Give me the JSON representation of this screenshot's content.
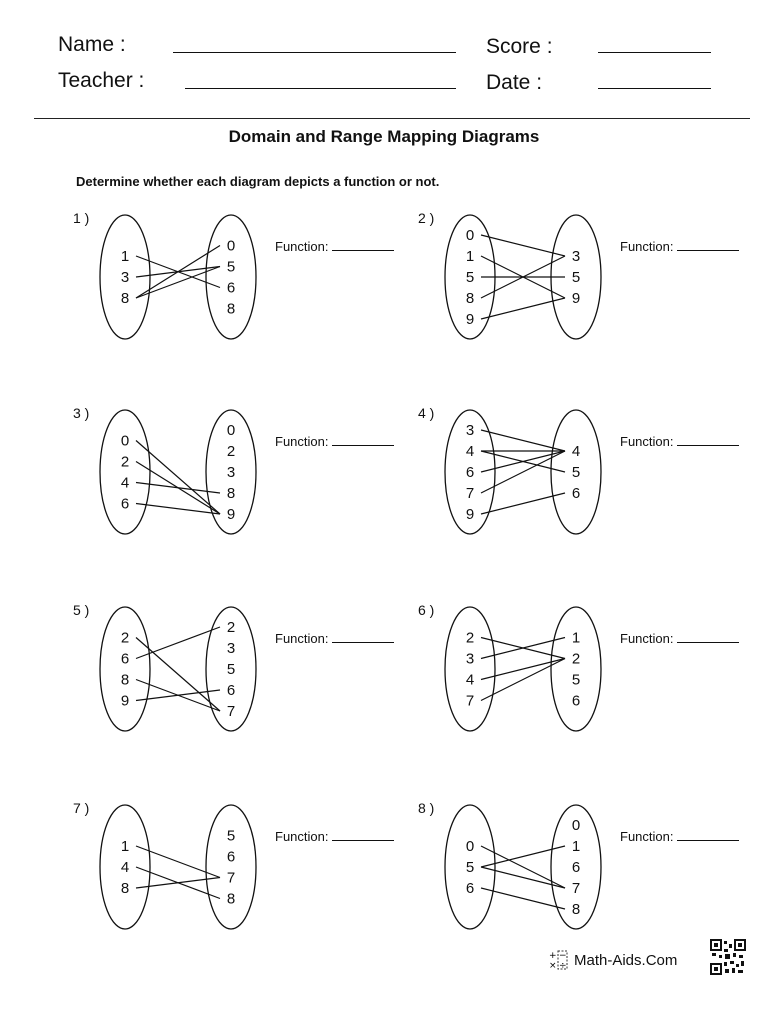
{
  "header": {
    "name_label": "Name :",
    "teacher_label": "Teacher :",
    "score_label": "Score :",
    "date_label": "Date :"
  },
  "title": "Domain and Range Mapping Diagrams",
  "instructions": "Determine whether each diagram depicts a function or not.",
  "function_label": "Function:",
  "problems": [
    {
      "number": "1 )",
      "domain": [
        "1",
        "3",
        "8"
      ],
      "range": [
        "0",
        "5",
        "6",
        "8"
      ],
      "mappings": [
        [
          "1",
          "6"
        ],
        [
          "3",
          "5"
        ],
        [
          "8",
          "0"
        ],
        [
          "8",
          "5"
        ]
      ]
    },
    {
      "number": "2 )",
      "domain": [
        "0",
        "1",
        "5",
        "8",
        "9"
      ],
      "range": [
        "3",
        "5",
        "9"
      ],
      "mappings": [
        [
          "0",
          "3"
        ],
        [
          "1",
          "9"
        ],
        [
          "5",
          "5"
        ],
        [
          "8",
          "3"
        ],
        [
          "9",
          "9"
        ]
      ]
    },
    {
      "number": "3 )",
      "domain": [
        "0",
        "2",
        "4",
        "6"
      ],
      "range": [
        "0",
        "2",
        "3",
        "8",
        "9"
      ],
      "mappings": [
        [
          "0",
          "9"
        ],
        [
          "2",
          "9"
        ],
        [
          "4",
          "8"
        ],
        [
          "6",
          "9"
        ]
      ]
    },
    {
      "number": "4 )",
      "domain": [
        "3",
        "4",
        "6",
        "7",
        "9"
      ],
      "range": [
        "4",
        "5",
        "6"
      ],
      "mappings": [
        [
          "3",
          "4"
        ],
        [
          "4",
          "4"
        ],
        [
          "4",
          "5"
        ],
        [
          "6",
          "4"
        ],
        [
          "7",
          "4"
        ],
        [
          "9",
          "6"
        ]
      ]
    },
    {
      "number": "5 )",
      "domain": [
        "2",
        "6",
        "8",
        "9"
      ],
      "range": [
        "2",
        "3",
        "5",
        "6",
        "7"
      ],
      "mappings": [
        [
          "2",
          "7"
        ],
        [
          "6",
          "2"
        ],
        [
          "8",
          "7"
        ],
        [
          "9",
          "6"
        ]
      ]
    },
    {
      "number": "6 )",
      "domain": [
        "2",
        "3",
        "4",
        "7"
      ],
      "range": [
        "1",
        "2",
        "5",
        "6"
      ],
      "mappings": [
        [
          "2",
          "2"
        ],
        [
          "3",
          "1"
        ],
        [
          "4",
          "2"
        ],
        [
          "7",
          "2"
        ]
      ]
    },
    {
      "number": "7 )",
      "domain": [
        "1",
        "4",
        "8"
      ],
      "range": [
        "5",
        "6",
        "7",
        "8"
      ],
      "mappings": [
        [
          "1",
          "7"
        ],
        [
          "4",
          "8"
        ],
        [
          "8",
          "7"
        ]
      ]
    },
    {
      "number": "8 )",
      "domain": [
        "0",
        "5",
        "6"
      ],
      "range": [
        "0",
        "1",
        "6",
        "7",
        "8"
      ],
      "mappings": [
        [
          "0",
          "7"
        ],
        [
          "5",
          "1"
        ],
        [
          "5",
          "7"
        ],
        [
          "6",
          "8"
        ]
      ]
    }
  ],
  "footer": {
    "site": "Math-Aids.Com",
    "logo_icon": "math-aids-logo-icon",
    "qr_icon": "qr-code-icon"
  }
}
